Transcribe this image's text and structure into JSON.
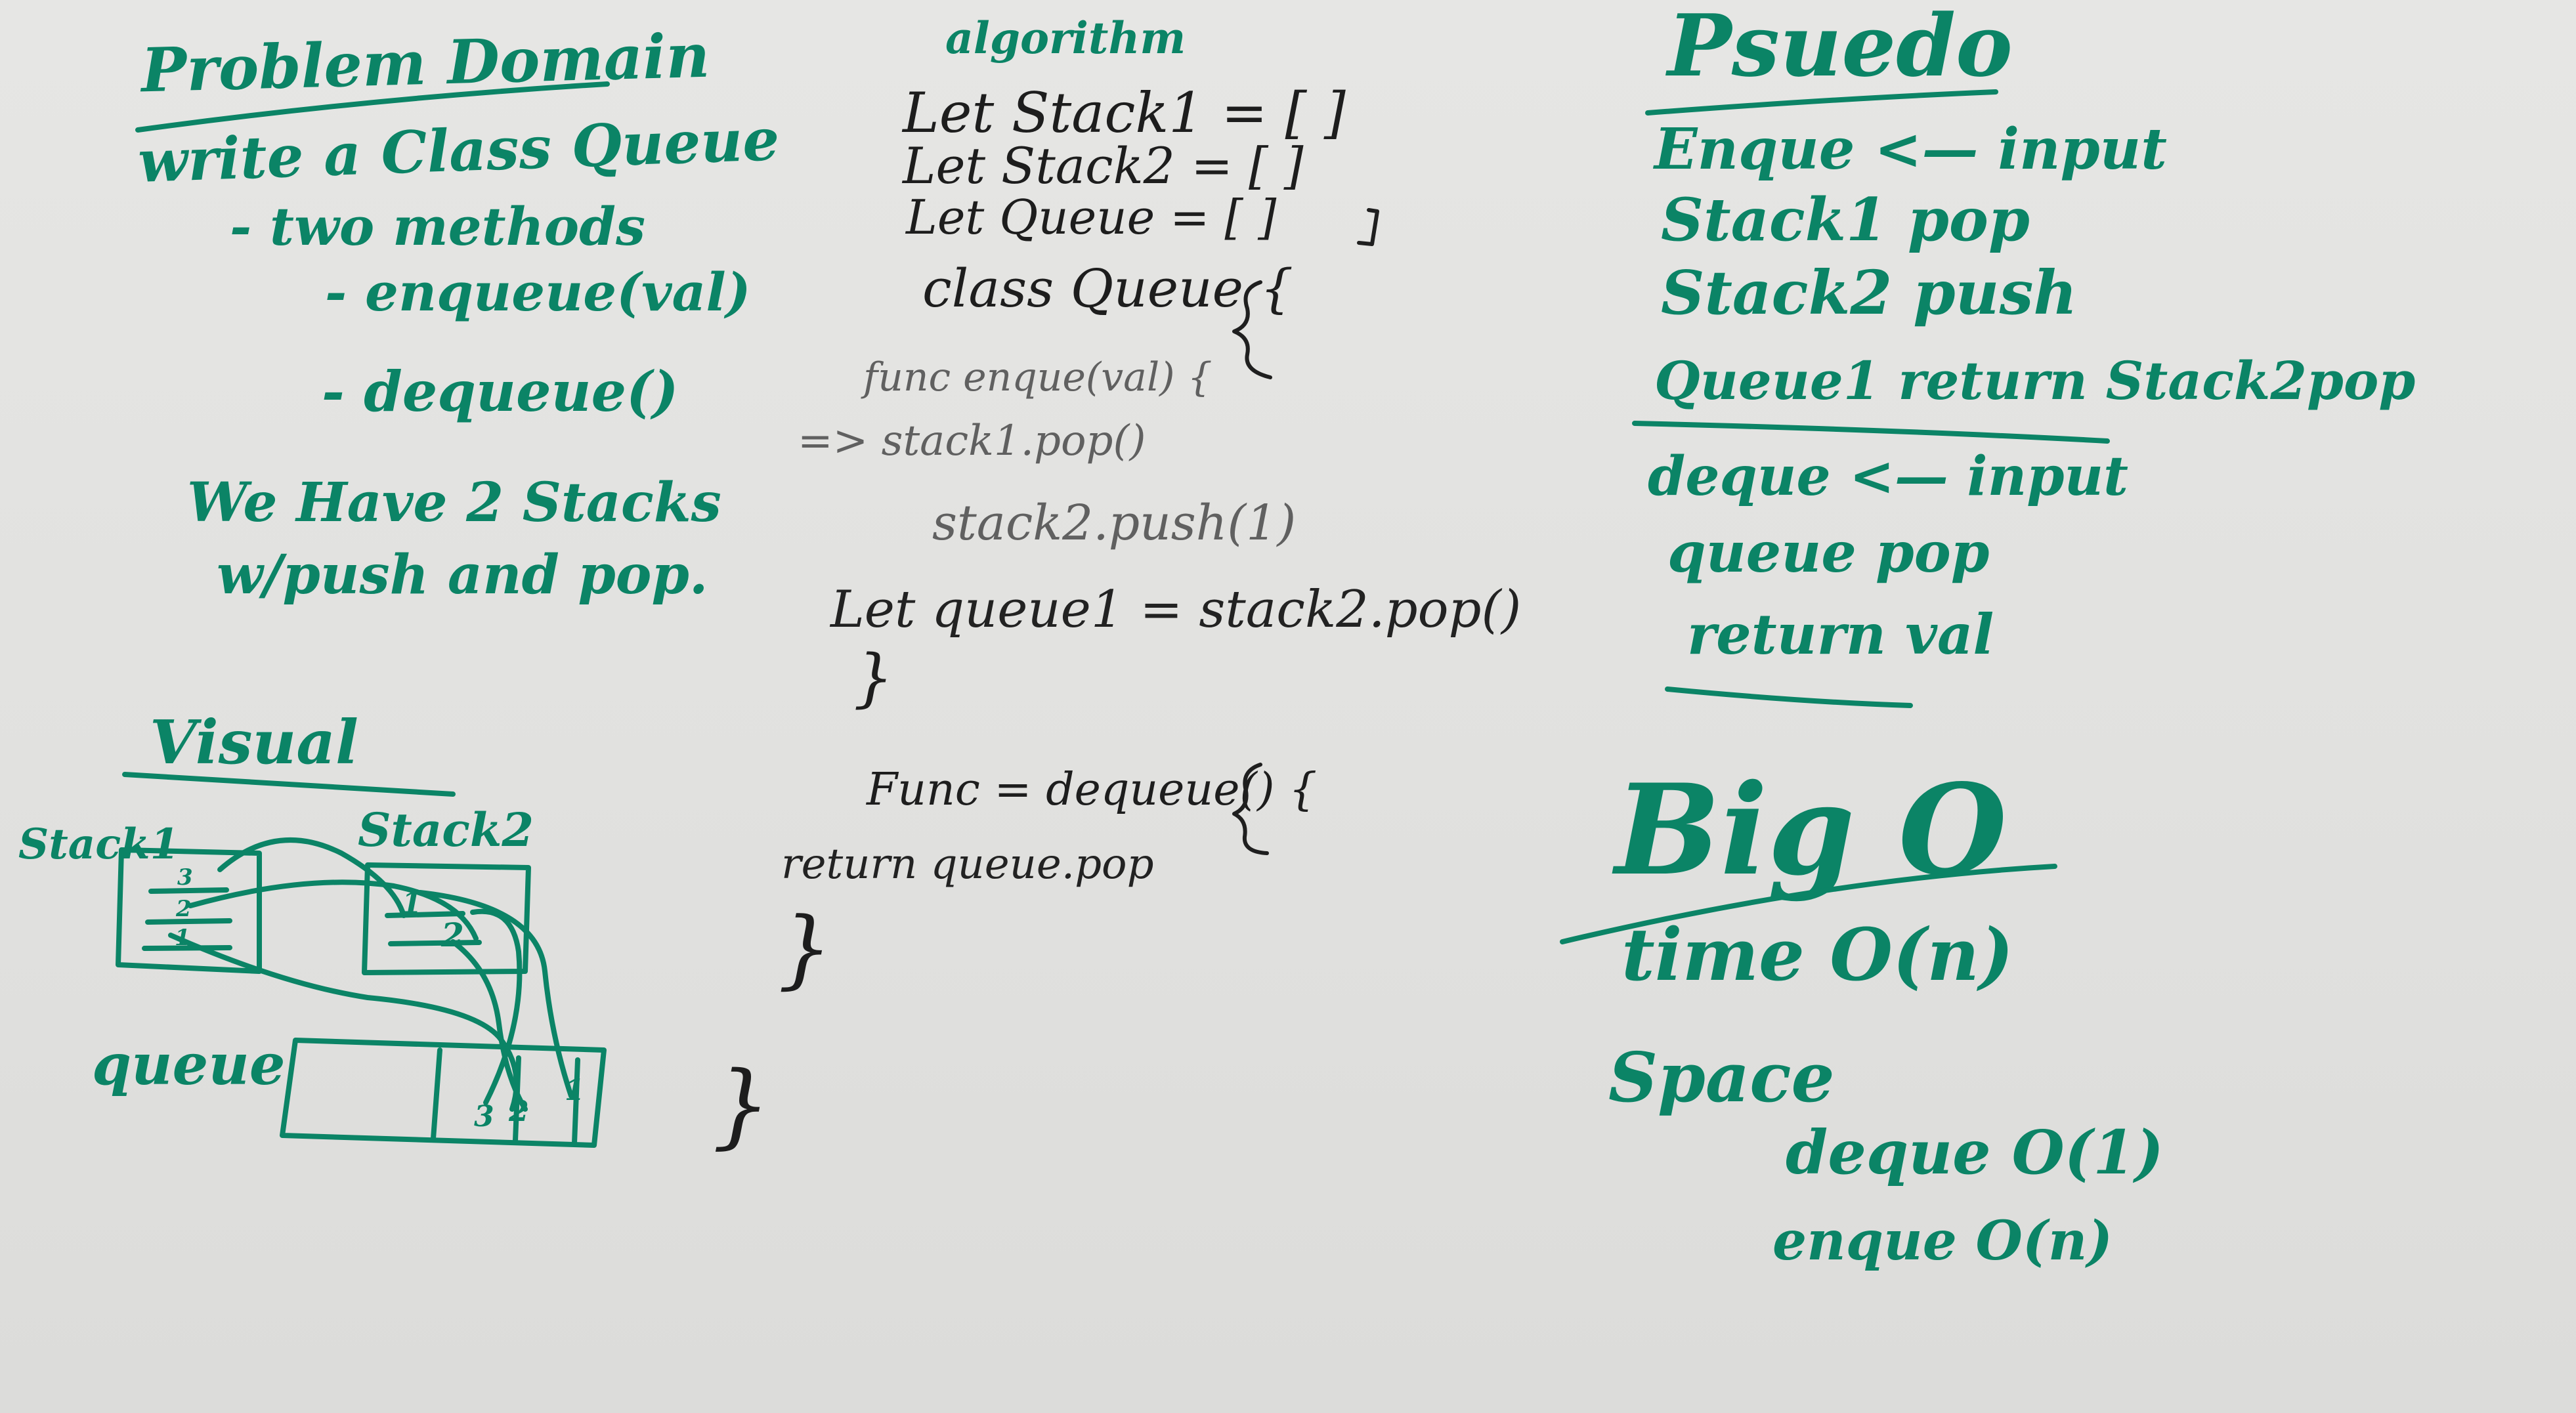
{
  "problem_domain": {
    "title": "Problem Domain",
    "lines": [
      "write a Class Queue",
      "- two methods",
      "- enqueue(val)",
      "- dequeue()",
      "We Have 2 Stacks",
      "w/push and pop."
    ]
  },
  "visual": {
    "title": "Visual",
    "stack1_label": "Stack1",
    "stack2_label": "Stack2",
    "queue_label": "queue",
    "stack1_items": [
      "3",
      "2",
      "1"
    ],
    "stack2_items": [
      "1",
      "2"
    ],
    "queue_items": [
      "3",
      "2",
      "1"
    ]
  },
  "algorithm": {
    "title": "algorithm",
    "lines": [
      "Let Stack1 = [ ]",
      "Let Stack2 = [ ]",
      "Let Queue = [ ]",
      "class Queue {",
      "func enque(val) {",
      "=> stack1.pop()",
      "stack2.push(1)",
      "Let queue1 = stack2.pop()",
      "}",
      "Func = dequeue() {",
      "return queue.pop",
      "}",
      "}"
    ]
  },
  "pseudo": {
    "title": "Psuedo",
    "lines": [
      "Enque <— input",
      "Stack1 pop",
      "Stack2 push",
      "Queue1 return Stack2pop",
      "deque <— input",
      "queue pop",
      "return val"
    ]
  },
  "big_o": {
    "title": "Big O",
    "lines": [
      "time O(n)",
      "Space",
      "deque O(1)",
      "enque O(n)"
    ]
  },
  "colors": {
    "marker_green": "#0b8466",
    "marker_black": "#1d1d1d",
    "board": "#e4e4e2"
  }
}
